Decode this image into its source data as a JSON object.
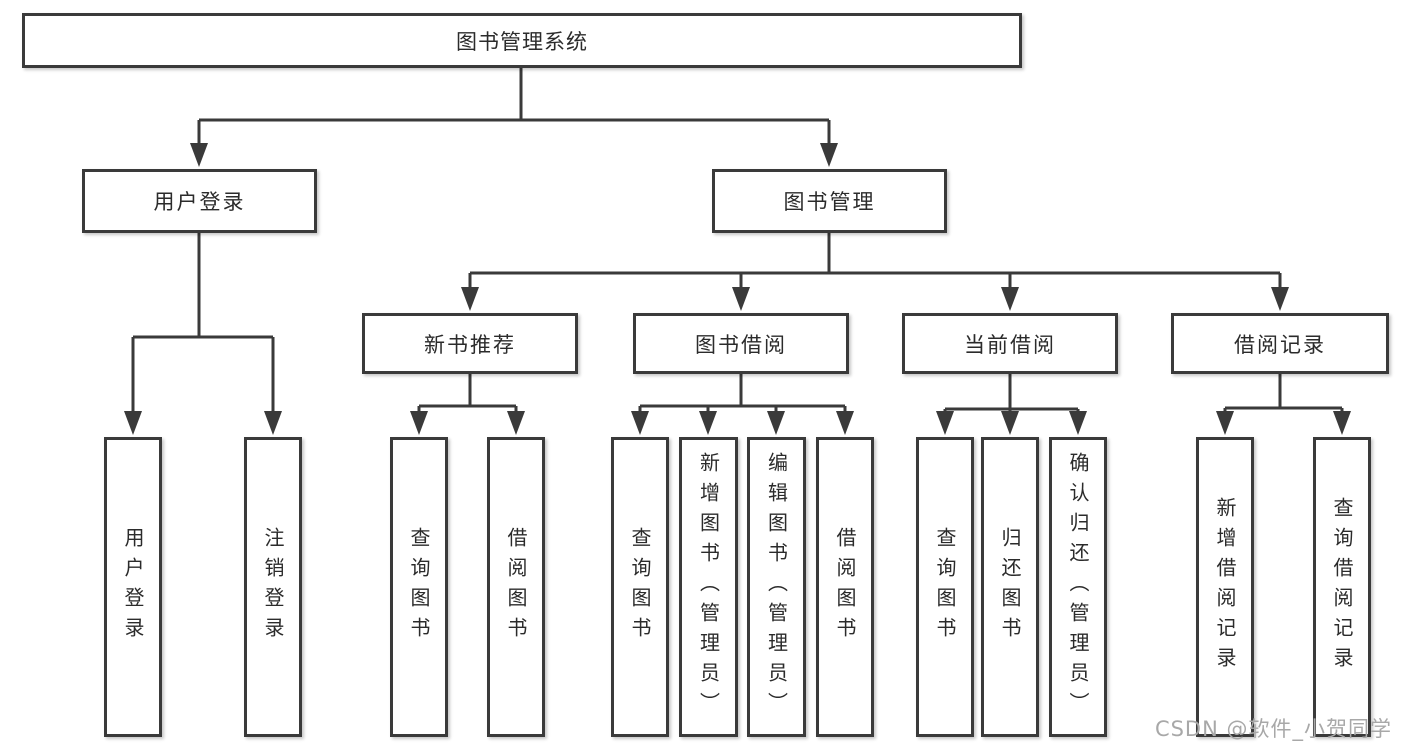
{
  "diagram": {
    "root": {
      "label": "图书管理系统",
      "children": [
        {
          "label": "用户登录",
          "children": [
            {
              "label": "用户登录"
            },
            {
              "label": "注销登录"
            }
          ]
        },
        {
          "label": "图书管理",
          "children": [
            {
              "label": "新书推荐",
              "children": [
                {
                  "label": "查询图书"
                },
                {
                  "label": "借阅图书"
                }
              ]
            },
            {
              "label": "图书借阅",
              "children": [
                {
                  "label": "查询图书"
                },
                {
                  "label": "新增图书（管理员）"
                },
                {
                  "label": "编辑图书（管理员）"
                },
                {
                  "label": "借阅图书"
                }
              ]
            },
            {
              "label": "当前借阅",
              "children": [
                {
                  "label": "查询图书"
                },
                {
                  "label": "归还图书"
                },
                {
                  "label": "确认归还（管理员）"
                }
              ]
            },
            {
              "label": "借阅记录",
              "children": [
                {
                  "label": "新增借阅记录"
                },
                {
                  "label": "查询借阅记录"
                }
              ]
            }
          ]
        }
      ]
    },
    "watermark": "CSDN @软件_小贺同学",
    "colors": {
      "line": "#3a3a3a",
      "text": "#2b2b2b",
      "watermark": "#a8a8a8",
      "background": "#ffffff"
    }
  }
}
